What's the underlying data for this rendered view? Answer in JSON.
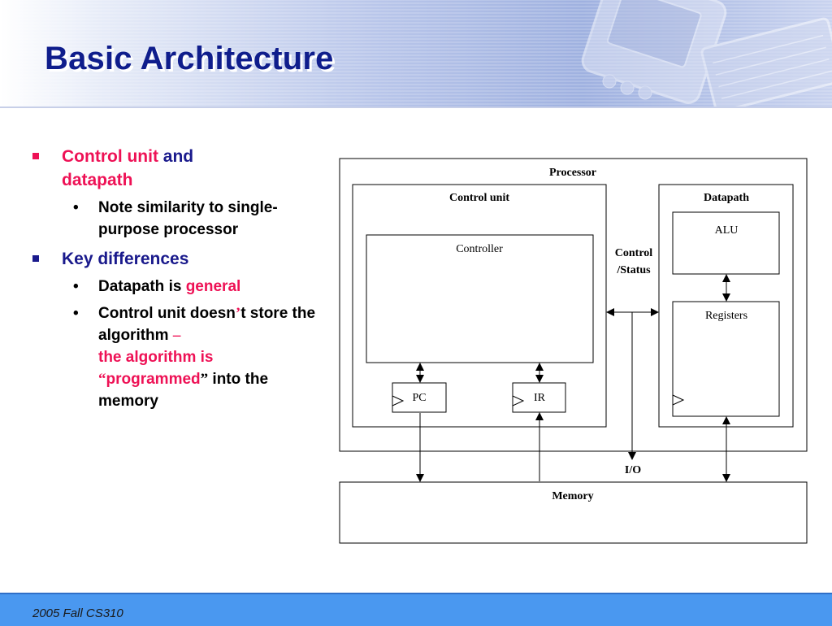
{
  "slide": {
    "title": "Basic Architecture",
    "footer": "2005 Fall CS310"
  },
  "bullets": {
    "b1": {
      "part1": "Control unit",
      "part2": " and",
      "part3": "datapath"
    },
    "b1_sub1": "Note similarity to single-purpose processor",
    "b2": "Key differences",
    "b2_sub1": {
      "part1": "Datapath is ",
      "part2": "general"
    },
    "b2_sub2": {
      "part1": "Control unit doesn",
      "part2": "’",
      "part3": "t store the algorithm ",
      "part4": "–",
      "part5": "the algorithm is",
      "part6": "“",
      "part7": "programmed",
      "part8": "”",
      "part9": " into the memory"
    }
  },
  "diagram": {
    "processor": "Processor",
    "control_unit": "Control unit",
    "datapath": "Datapath",
    "controller": "Controller",
    "alu": "ALU",
    "registers": "Registers",
    "pc": "PC",
    "ir": "IR",
    "control_status_1": "Control",
    "control_status_2": "/Status",
    "io": "I/O",
    "memory": "Memory"
  },
  "colors": {
    "title": "#0f1d8c",
    "emphasis": "#ee1155",
    "bullet_blue": "#1a1a8c",
    "footer_bar": "#4a98f0"
  }
}
